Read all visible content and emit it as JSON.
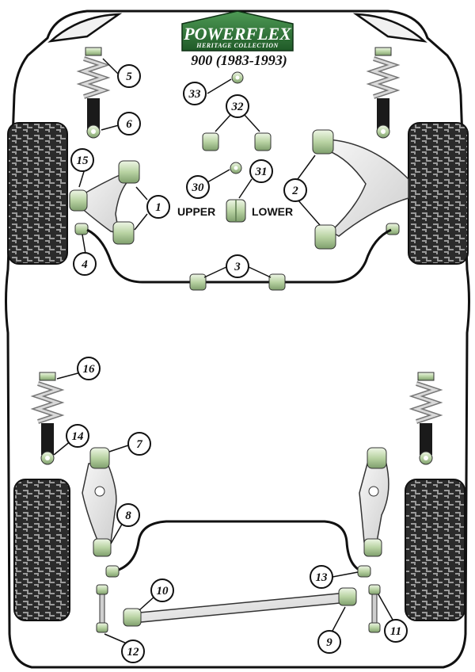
{
  "header": {
    "brand": "POWERFLEX",
    "collection": "HERITAGE COLLECTION",
    "model": "900 (1983-1993)"
  },
  "legend": {
    "upper": "UPPER",
    "lower": "LOWER"
  },
  "callouts": {
    "c1": "1",
    "c2": "2",
    "c3": "3",
    "c4": "4",
    "c5": "5",
    "c6": "6",
    "c7": "7",
    "c8": "8",
    "c9": "9",
    "c10": "10",
    "c11": "11",
    "c12": "12",
    "c13": "13",
    "c14": "14",
    "c15": "15",
    "c16": "16",
    "c30": "30",
    "c31": "31",
    "c32": "32",
    "c33": "33"
  },
  "colors": {
    "bushing": "#b9d3a3",
    "bushing_dark": "#5d7a4f",
    "arm": "#e3e3e3",
    "tyre": "#2a2a2a",
    "logo_green": "#2f6e36"
  }
}
